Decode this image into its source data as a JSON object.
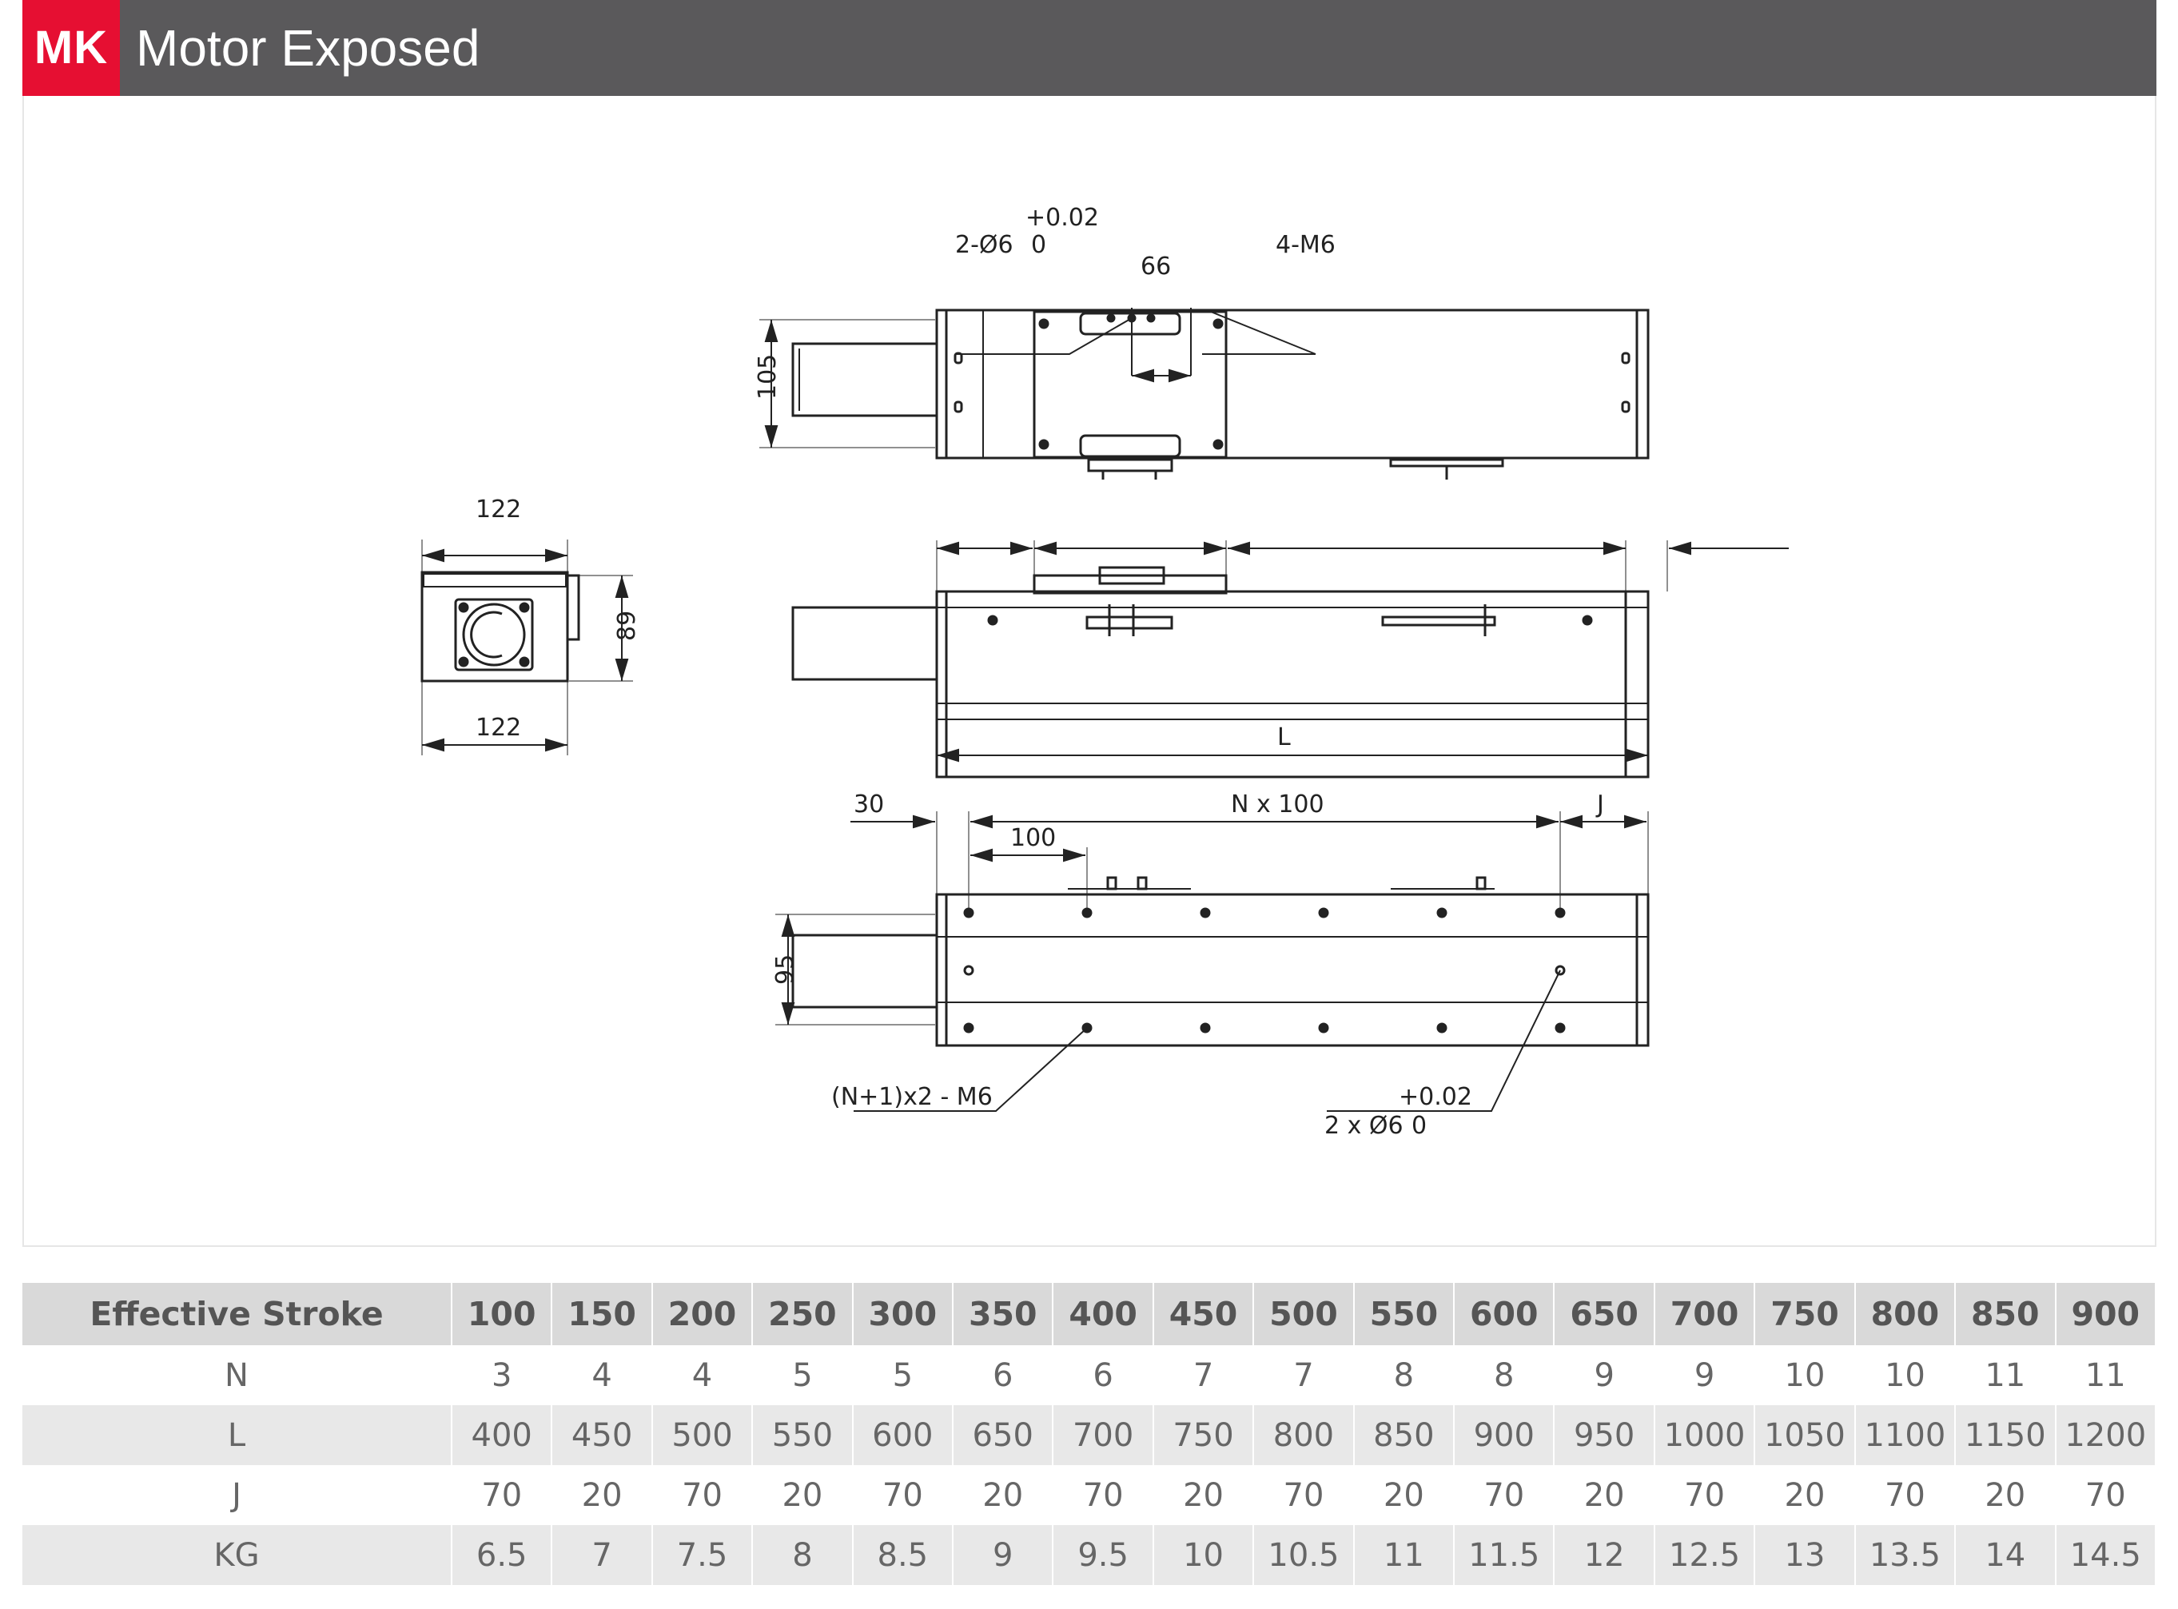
{
  "header": {
    "badge": "MK",
    "title": "Motor Exposed"
  },
  "dimensions": {
    "top_view": {
      "pin_hole": "2-Ø6",
      "pin_tol_upper": "+0.02",
      "pin_tol_lower": "0",
      "hole_spacing": "66",
      "screw": "4-M6",
      "width": "105"
    },
    "end_view": {
      "top_width": "122",
      "bottom_width": "122",
      "height": "89"
    },
    "side_view": {
      "length": "L"
    },
    "bottom_view": {
      "offset": "30",
      "pitch_first": "100",
      "pitch_total": "N x 100",
      "end_gap": "J",
      "width": "95",
      "screws": "(N+1)x2 - M6",
      "pins": "2 x Ø6",
      "pin_tol_upper": "+0.02",
      "pin_tol_lower": "0"
    }
  },
  "table": {
    "rows": [
      {
        "label": "Effective Stroke",
        "values": [
          "100",
          "150",
          "200",
          "250",
          "300",
          "350",
          "400",
          "450",
          "500",
          "550",
          "600",
          "650",
          "700",
          "750",
          "800",
          "850",
          "900"
        ]
      },
      {
        "label": "N",
        "values": [
          "3",
          "4",
          "4",
          "5",
          "5",
          "6",
          "6",
          "7",
          "7",
          "8",
          "8",
          "9",
          "9",
          "10",
          "10",
          "11",
          "11"
        ]
      },
      {
        "label": "L",
        "values": [
          "400",
          "450",
          "500",
          "550",
          "600",
          "650",
          "700",
          "750",
          "800",
          "850",
          "900",
          "950",
          "1000",
          "1050",
          "1100",
          "1150",
          "1200"
        ]
      },
      {
        "label": "J",
        "values": [
          "70",
          "20",
          "70",
          "20",
          "70",
          "20",
          "70",
          "20",
          "70",
          "20",
          "70",
          "20",
          "70",
          "20",
          "70",
          "20",
          "70"
        ]
      },
      {
        "label": "KG",
        "values": [
          "6.5",
          "7",
          "7.5",
          "8",
          "8.5",
          "9",
          "9.5",
          "10",
          "10.5",
          "11",
          "11.5",
          "12",
          "12.5",
          "13",
          "13.5",
          "14",
          "14.5"
        ]
      }
    ]
  },
  "colors": {
    "header_bg": "#5a595b",
    "badge_bg": "#e60f32"
  }
}
